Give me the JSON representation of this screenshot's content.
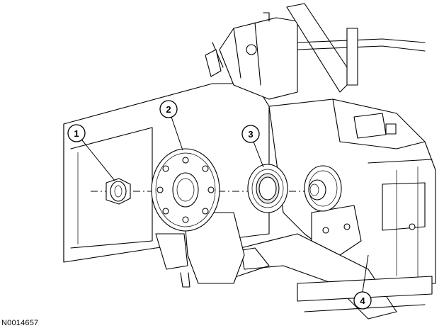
{
  "figure": {
    "reference_code": "N0014657",
    "callouts": [
      {
        "id": "1",
        "label": "1"
      },
      {
        "id": "2",
        "label": "2"
      },
      {
        "id": "3",
        "label": "3"
      },
      {
        "id": "4",
        "label": "4"
      }
    ]
  }
}
